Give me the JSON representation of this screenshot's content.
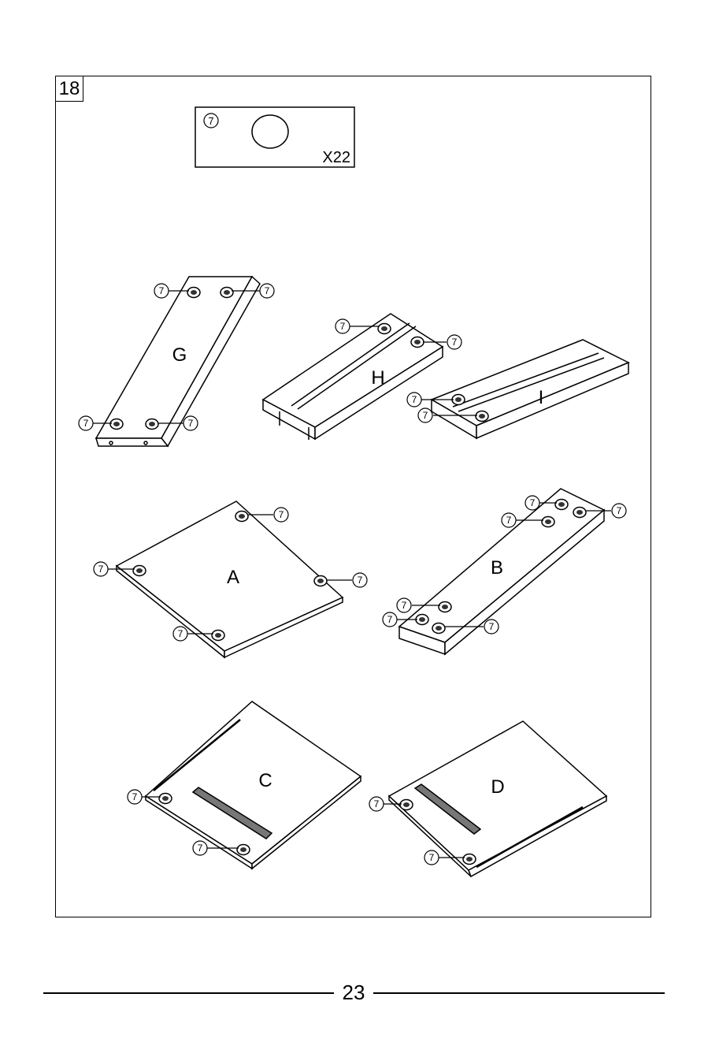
{
  "step": {
    "number": "18"
  },
  "parts_box": {
    "part_number": "7",
    "quantity": "X22"
  },
  "callout": {
    "part_number": "7"
  },
  "panels": {
    "G": "G",
    "H": "H",
    "I": "I",
    "A": "A",
    "B": "B",
    "C": "C",
    "D": "D"
  },
  "page": {
    "number": "23"
  }
}
